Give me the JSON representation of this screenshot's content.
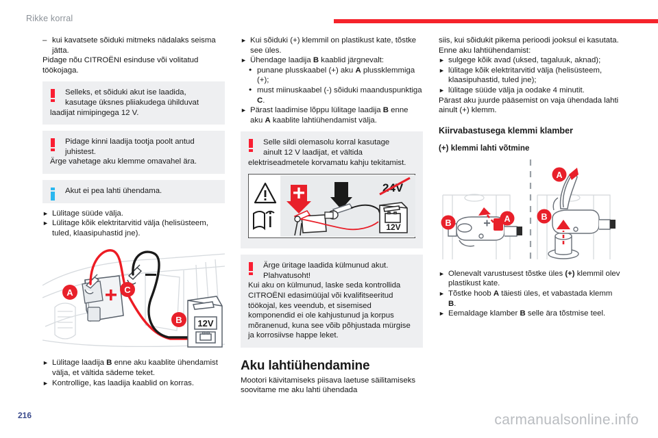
{
  "header": {
    "title": "Rikke korral",
    "rule_color": "#f5232b"
  },
  "footer": {
    "page_number": "216",
    "watermark": "carmanualsonline.info"
  },
  "column1": {
    "dash_item": "kui kavatsete sõiduki mitmeks nädalaks seisma jätta.",
    "para_1": "Pidage nõu CITROËNI esinduse või volitatud töökojaga.",
    "notice_1": {
      "icon": "exclamation-icon",
      "line_1": "Selleks, et sõiduki akut ise laadida,",
      "line_2": "kasutage üksnes pliiakudega ühilduvat",
      "line_3": "laadijat nimipingega 12 V."
    },
    "notice_2": {
      "icon": "exclamation-icon",
      "line_1": "Pidage kinni laadija tootja poolt antud",
      "line_2": "juhistest.",
      "line_3": "Ärge vahetage aku klemme omavahel ära."
    },
    "notice_3": {
      "icon": "info-icon",
      "line_1": "Akut ei pea lahti ühendama."
    },
    "step_1": "Lülitage süüde välja.",
    "step_2": "Lülitage kõik elektritarvitid välja (helisüsteem, tuled, klaasipuhastid jne).",
    "figure": {
      "name": "battery-charger-diagram",
      "label_a": "A",
      "label_b": "B",
      "label_c": "C",
      "plus_sign": "+",
      "minus_sign": "–",
      "charger_voltage": "12V"
    },
    "step_3": "Lülitage laadija B enne aku kaablite ühendamist välja, et vältida sädeme teket.",
    "step_4": "Kontrollige, kas laadija kaablid on korras."
  },
  "column2": {
    "step_1": "Kui sõiduki (+) klemmil on plastikust kate, tõstke see üles.",
    "step_2": "Ühendage laadija B kaablid järgnevalt:",
    "bullet_1": "punane plusskaabel (+) aku A plussklemmiga (+);",
    "bullet_2": "must miinuskaabel (-) sõiduki maanduspunktiga C.",
    "step_3": "Pärast laadimise lõppu lülitage laadija B enne aku A kaablite lahtiühendamist välja.",
    "notice_1": {
      "icon": "exclamation-icon",
      "line_1": "Selle sildi olemasolu korral kasutage",
      "line_2": "ainult 12 V laadijat, et vältida",
      "line_3": "elektriseadmetele korvamatu kahju tekitamist."
    },
    "label_figure": {
      "name": "charging-warning-label",
      "warning_triangle": "warning-triangle-icon",
      "manual_book": "manual-book-icon",
      "voltage_forbidden": "24V",
      "voltage_allowed": "12V"
    },
    "notice_2": {
      "icon": "exclamation-icon",
      "line_1": "Ärge üritage laadida külmunud akut.",
      "line_2": "Plahvatusoht!",
      "line_3": "Kui aku on külmunud, laske seda kontrollida CITROËNI edasimüüjal või kvalifitseeritud töökojal, kes veendub, et sisemised komponendid ei ole kahjustunud ja korpus mõranenud, kuna see võib põhjustada mürgise ja korrosiivse happe leket."
    },
    "section_title": "Aku lahtiühendamine",
    "section_body": "Mootori käivitamiseks piisava laetuse säilitamiseks soovitame me aku lahti ühendada"
  },
  "column3": {
    "para_1": "siis, kui sõidukit pikema perioodi jooksul ei kasutata.",
    "para_2": "Enne aku lahtiühendamist:",
    "step_1": "sulgege kõik avad (uksed, tagaluuk, aknad);",
    "step_2": "lülitage kõik elektritarvitid välja (helisüsteem, klaasipuhastid, tuled jne);",
    "step_3": "lülitage süüde välja ja oodake 4 minutit.",
    "para_3": "Pärast aku juurde pääsemist on vaja ühendada lahti ainult (+) klemm.",
    "section_title": "Kiirvabastusega klemmi klamber",
    "sub_title": "(+) klemmi lahti võtmine",
    "figure": {
      "name": "quick-release-clamp-diagram",
      "label_a": "A",
      "label_b": "B"
    },
    "step_4": "Olenevalt varustusest tõstke üles (+) klemmil olev plastikust kate.",
    "step_5": "Tõstke hoob A täiesti üles, et vabastada klemm B.",
    "step_6": "Eemaldage klamber B selle ära tõstmise teel."
  },
  "glyphs": {
    "arrow": "►",
    "dash": "–",
    "bullet": "•"
  }
}
